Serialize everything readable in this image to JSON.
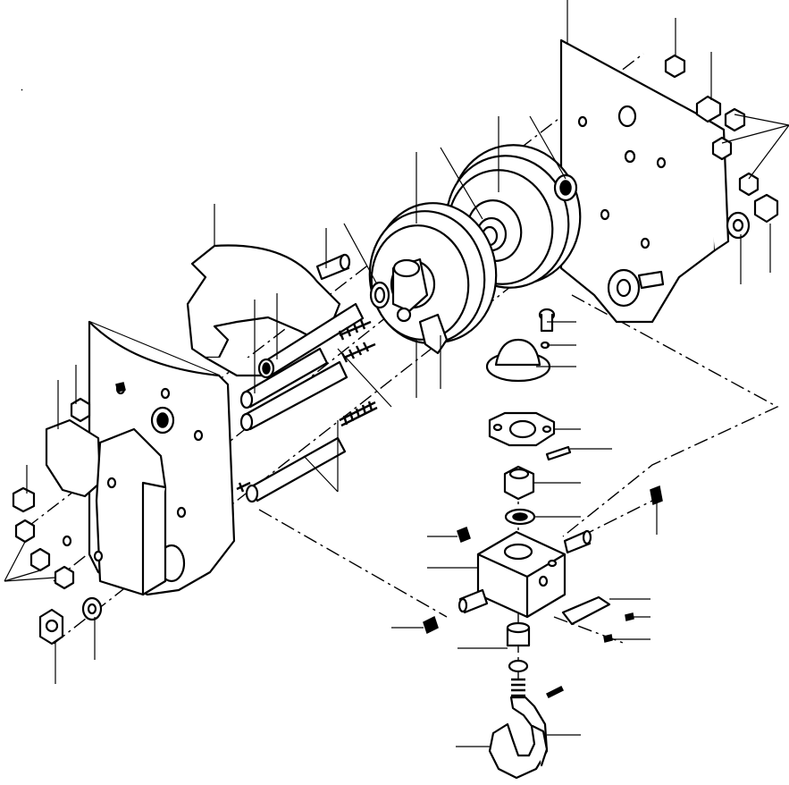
{
  "diagram": {
    "type": "exploded-parts-view",
    "line_color": "#000000",
    "background": "#ffffff",
    "parts": [
      "side-plate-left",
      "bearing-housing-plate",
      "inner-plate",
      "spacer-tubes",
      "threaded-rods",
      "sheave-front",
      "sheave-rear",
      "side-plate-right",
      "hook-block",
      "hook",
      "nuts",
      "washers",
      "grease-fittings",
      "cap",
      "swivel-plate",
      "name-plate"
    ],
    "text_labels": []
  }
}
